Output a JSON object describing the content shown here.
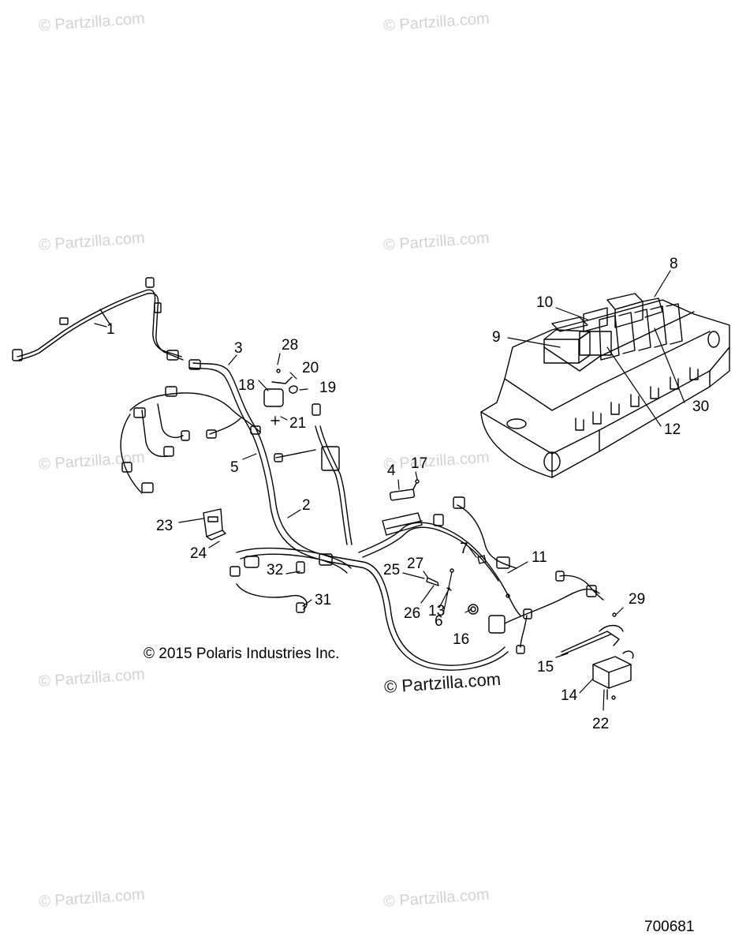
{
  "watermark_text": "© Partzilla.com",
  "watermark_text_main": "© Partzilla.com",
  "copyright": "© 2015 Polaris Industries Inc.",
  "figure_id": "700681",
  "callouts": {
    "c1": "1",
    "c2": "2",
    "c3": "3",
    "c4": "4",
    "c5": "5",
    "c6": "6",
    "c7": "7",
    "c8": "8",
    "c9": "9",
    "c10": "10",
    "c11": "11",
    "c12": "12",
    "c13": "13",
    "c14": "14",
    "c15": "15",
    "c16": "16",
    "c17": "17",
    "c18": "18",
    "c19": "19",
    "c20": "20",
    "c21": "21",
    "c22": "22",
    "c23": "23",
    "c24": "24",
    "c25": "25",
    "c26": "26",
    "c27": "27",
    "c28": "28",
    "c29": "29",
    "c30": "30",
    "c31": "31",
    "c32": "32"
  }
}
